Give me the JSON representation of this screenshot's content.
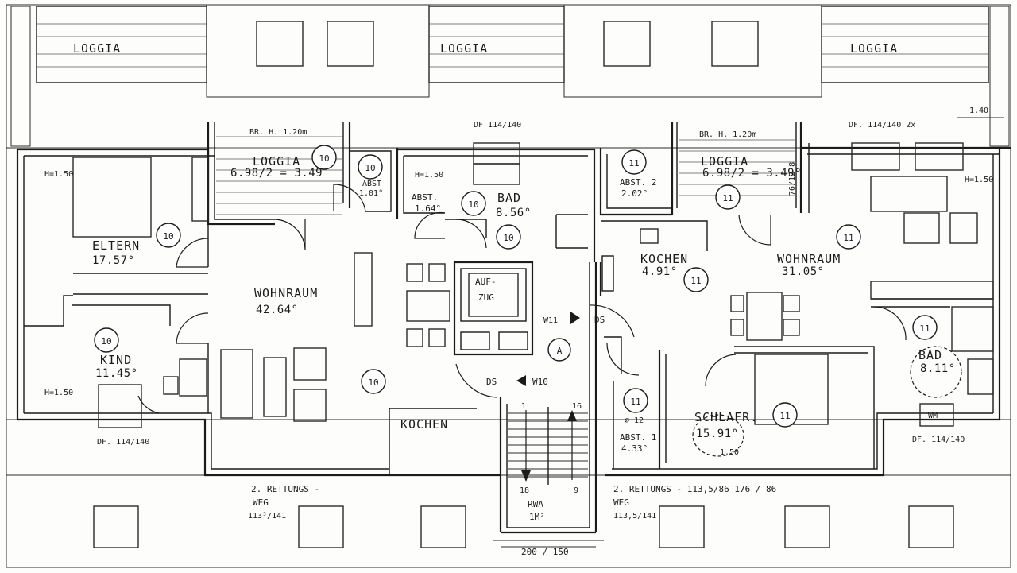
{
  "loggias_top": [
    "LOGGIA",
    "LOGGIA",
    "LOGGIA"
  ],
  "unit10": {
    "number": "10",
    "rooms": {
      "eltern": {
        "name": "ELTERN",
        "area": "17.57°"
      },
      "kind": {
        "name": "KIND",
        "area": "11.45°"
      },
      "wohnraum": {
        "name": "WOHNRAUM",
        "area": "42.64°"
      },
      "kochen": {
        "name": "KOCHEN"
      },
      "loggia": {
        "name": "LOGGIA",
        "area": "6.98/2 = 3.49",
        "note": "BR. H. 1.20m"
      },
      "abst1": {
        "name": "ABST",
        "area": "1.01°"
      },
      "abst2": {
        "name": "ABST.",
        "area": "1.64°"
      },
      "bad": {
        "name": "BAD",
        "area": "8.56°"
      }
    },
    "notes": {
      "h150_a": "H=1.50",
      "h150_b": "H=1.50",
      "h150_c": "H=1.50",
      "df_window": "DF. 114/140",
      "df_top": "DF 114/140",
      "rettungsweg": "2. RETTUNGS -",
      "rettungsweg2": "WEG",
      "rettungsweg_size": "113⁵/141"
    }
  },
  "unit11": {
    "number": "11",
    "rooms": {
      "wohnraum": {
        "name": "WOHNRAUM",
        "area": "31.05°"
      },
      "kochen": {
        "name": "KOCHEN",
        "area": "4.91°"
      },
      "loggia": {
        "name": "LOGGIA",
        "area": "6.98/2 = 3.49°",
        "note": "BR. H. 1.20m"
      },
      "abst2": {
        "name": "ABST. 2",
        "area": "2.02°"
      },
      "abst1": {
        "name": "ABST. 1",
        "area": "4.33°"
      },
      "schlafr": {
        "name": "SCHLAFR.",
        "area": "15.91°"
      },
      "bad": {
        "name": "BAD",
        "area": "8.11°"
      }
    },
    "notes": {
      "df_top": "DF. 114/140  2x",
      "dim_140": "1.40",
      "h150": "H=1.50",
      "dim_76": "76/12 8",
      "df_window": "DF. 114/140",
      "rettungsweg": "2. RETTUNGS - 113,5/86  176 / 86",
      "rettungsweg2": "WEG",
      "rettungsweg_size": "113,5/141",
      "diam": "⌀ 12",
      "wm": "WM",
      "bed_150": "1.50"
    }
  },
  "core": {
    "aufzug_1": "AUF-",
    "aufzug_2": "ZUG",
    "stair_a": "A",
    "w11": "W11",
    "w10": "W10",
    "ds_right": "DS",
    "ds_left": "DS",
    "rwa_1": "RWA",
    "rwa_2": "1M²",
    "step_top_left": "1",
    "step_top_right": "16",
    "step_bottom_left": "18",
    "step_bottom_right": "9",
    "dim_bottom": "200 / 150"
  }
}
